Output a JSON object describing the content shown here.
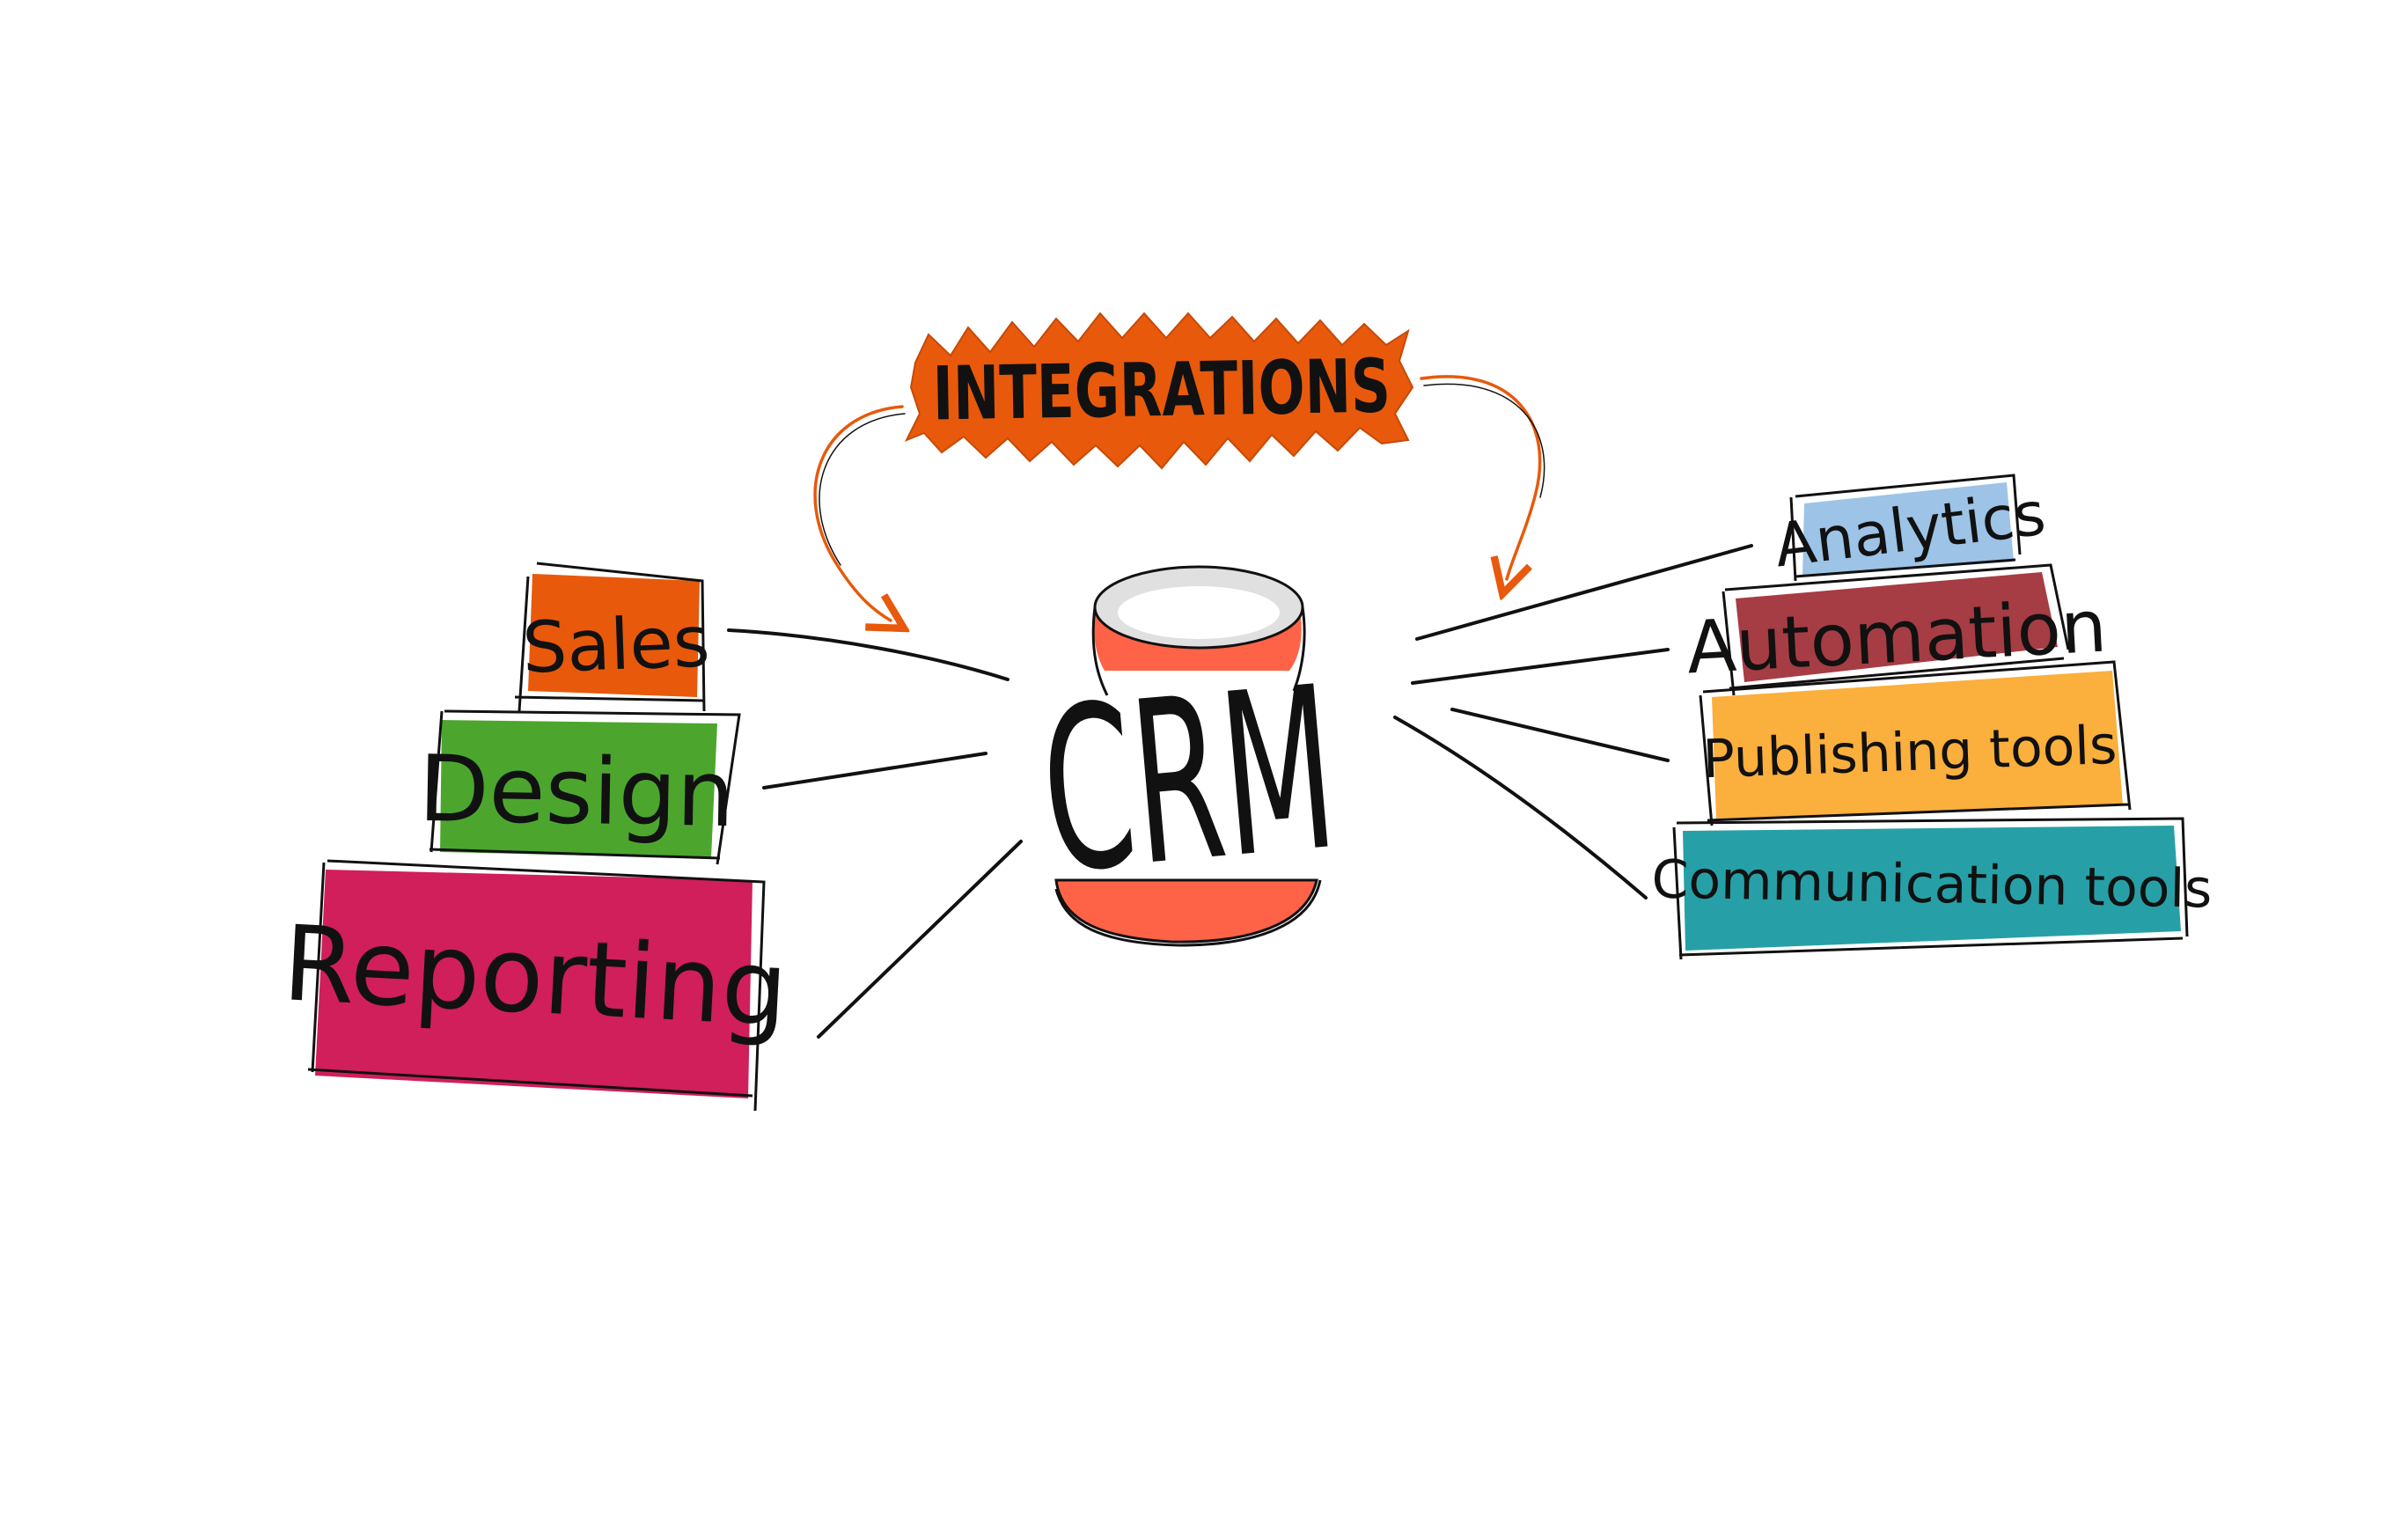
{
  "center": {
    "label": "CRM",
    "band_color": "#FF6347",
    "rim_color": "#E0E0E0"
  },
  "integrations": {
    "label": "INTEGRATIONS",
    "color": "#E8590C",
    "arrow_color": "#E8590C"
  },
  "left_blocks": [
    {
      "label": "Sales",
      "color": "#E8590C"
    },
    {
      "label": "Design",
      "color": "#4CA62E"
    },
    {
      "label": "Reporting",
      "color": "#D01F5A"
    }
  ],
  "right_blocks": [
    {
      "label": "Analytics",
      "color": "#9DC3E6"
    },
    {
      "label": "Automation",
      "color": "#A63C44"
    },
    {
      "label": "Publishing tools",
      "color": "#FBAF3C"
    },
    {
      "label": "Communication tools",
      "color": "#26A0A6"
    }
  ],
  "ink_color": "#111111"
}
